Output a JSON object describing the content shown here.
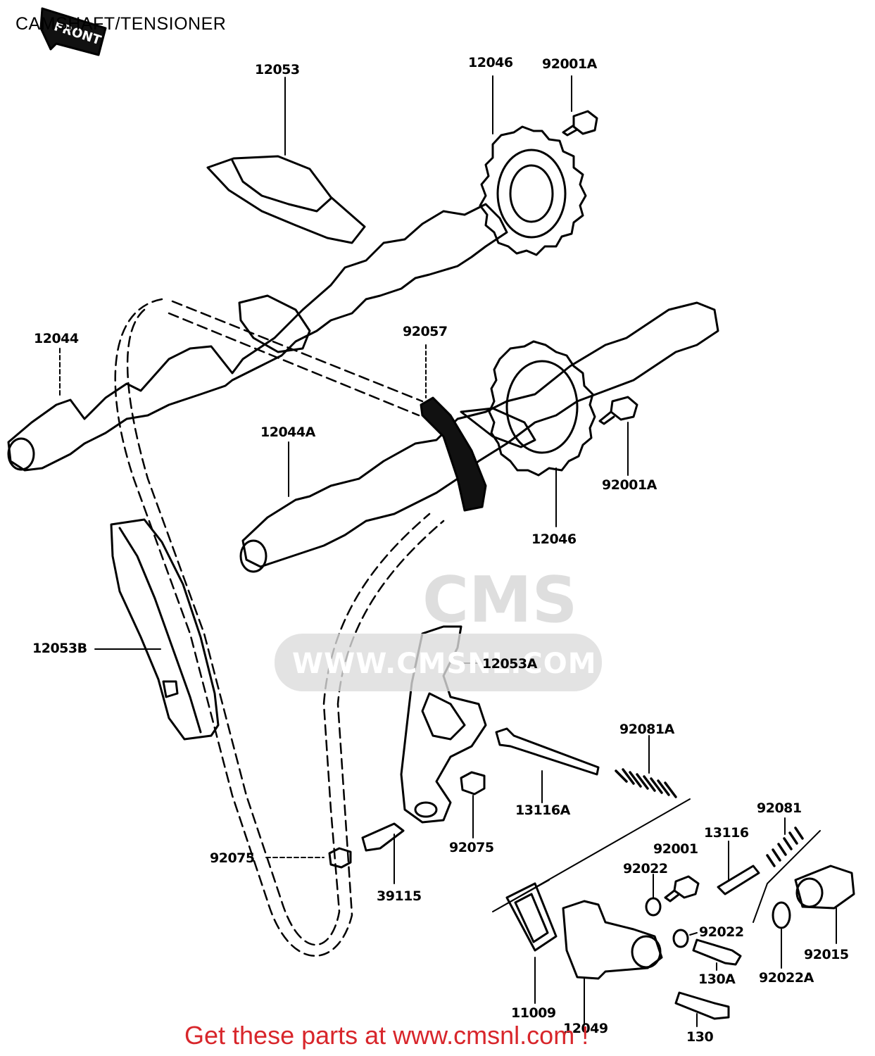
{
  "diagram": {
    "title": "CAMSHAFT/TENSIONER",
    "front_badge": "FRONT",
    "parts": [
      {
        "id": "p12053",
        "label": "12053"
      },
      {
        "id": "p12046a",
        "label": "12046"
      },
      {
        "id": "p92001a_top",
        "label": "92001A"
      },
      {
        "id": "p12044",
        "label": "12044"
      },
      {
        "id": "p92057",
        "label": "92057"
      },
      {
        "id": "p12044a",
        "label": "12044A"
      },
      {
        "id": "p92001a_mid",
        "label": "92001A"
      },
      {
        "id": "p12046b",
        "label": "12046"
      },
      {
        "id": "p12053b",
        "label": "12053B"
      },
      {
        "id": "p12053a",
        "label": "12053A"
      },
      {
        "id": "p92081a",
        "label": "92081A"
      },
      {
        "id": "p13116a",
        "label": "13116A"
      },
      {
        "id": "p92081",
        "label": "92081"
      },
      {
        "id": "p13116",
        "label": "13116"
      },
      {
        "id": "p92001",
        "label": "92001"
      },
      {
        "id": "p92022a_lbl",
        "label": "92022"
      },
      {
        "id": "p92075_left",
        "label": "92075"
      },
      {
        "id": "p92075_right",
        "label": "92075"
      },
      {
        "id": "p39115",
        "label": "39115"
      },
      {
        "id": "p92022b",
        "label": "92022"
      },
      {
        "id": "p92015",
        "label": "92015"
      },
      {
        "id": "p130a",
        "label": "130A"
      },
      {
        "id": "p92022a",
        "label": "92022A"
      },
      {
        "id": "p11009",
        "label": "11009"
      },
      {
        "id": "p12049",
        "label": "12049"
      },
      {
        "id": "p130",
        "label": "130"
      }
    ]
  },
  "watermark": {
    "brand": "CMS",
    "url": "WWW.CMSNL.COM"
  },
  "footer": {
    "text": "Get these parts at www.cmsnl.com !"
  }
}
